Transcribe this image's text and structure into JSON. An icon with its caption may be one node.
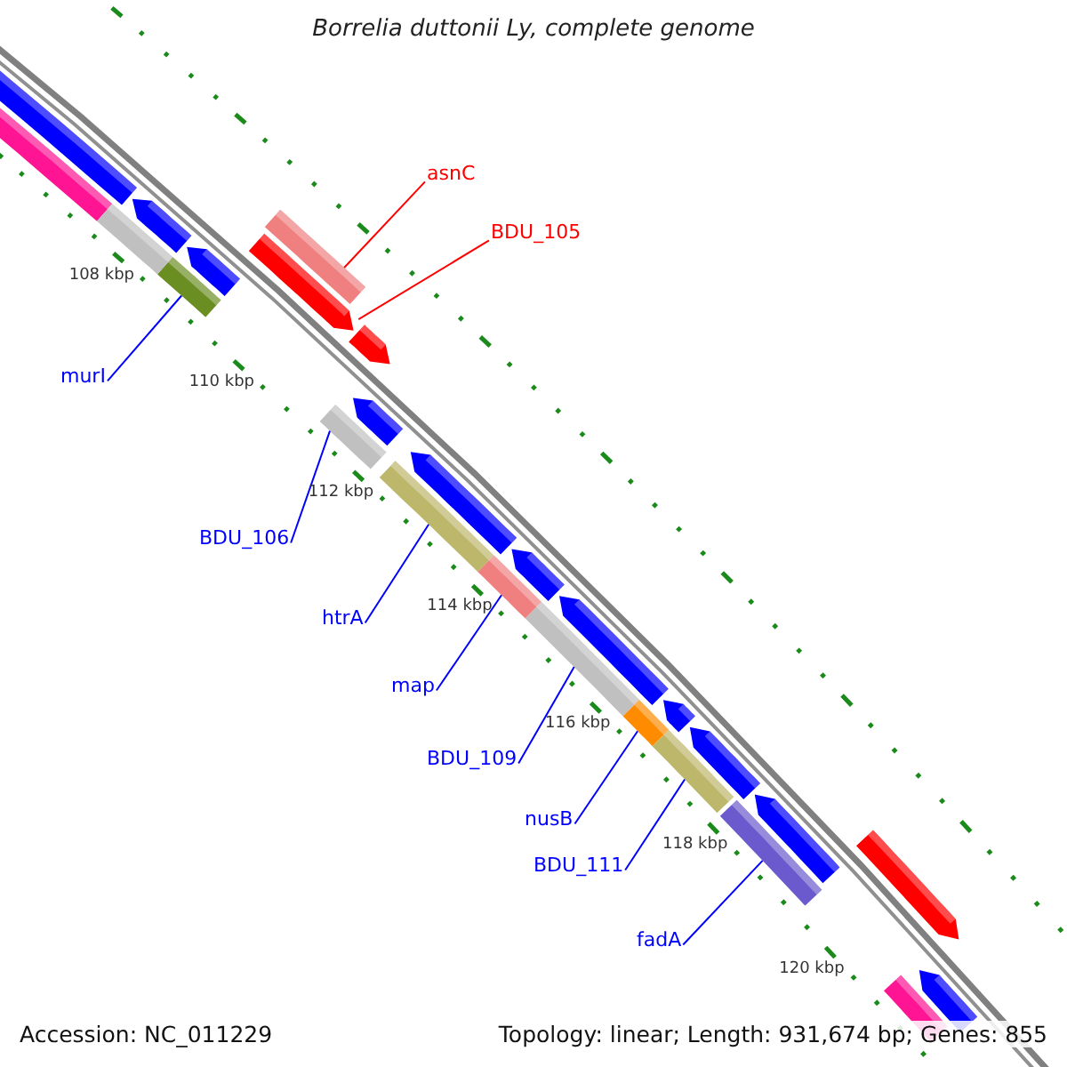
{
  "diagram": {
    "title": "Borrelia duttonii Ly, complete genome",
    "nodes": [
      {
        "text": [
          "asnC"
        ]
      },
      {
        "text": [],
        "shape": "bar"
      },
      {
        "text": [
          "BDU_105"
        ]
      },
      {
        "text": [],
        "shape": "arrow"
      },
      {
        "text": [
          "murI"
        ]
      },
      {
        "text": [],
        "shape": "bar"
      },
      {
        "text": [
          "BDU_106"
        ]
      },
      {
        "text": [],
        "shape": "bar"
      },
      {
        "text": [
          "htrA"
        ]
      },
      {
        "text": [],
        "shape": "bar"
      },
      {
        "text": [
          "map"
        ]
      },
      {
        "text": [],
        "shape": "bar"
      },
      {
        "text": [
          "BDU_109"
        ]
      },
      {
        "text": [],
        "shape": "bar"
      },
      {
        "text": [
          "nusB"
        ]
      },
      {
        "text": [],
        "shape": "bar"
      },
      {
        "text": [
          "BDU_111"
        ]
      },
      {
        "text": [],
        "shape": "bar"
      },
      {
        "text": [
          "fadA"
        ]
      },
      {
        "text": [],
        "shape": "bar"
      },
      {
        "text": [],
        "shape": "arrow"
      },
      {
        "text": [],
        "shape": "arrow"
      },
      {
        "text": [],
        "shape": "arrow"
      },
      {
        "text": [],
        "shape": "arrow"
      },
      {
        "text": [],
        "shape": "arrow"
      },
      {
        "text": [],
        "shape": "arrow"
      },
      {
        "text": [],
        "shape": "arrow"
      },
      {
        "text": [],
        "shape": "arrow"
      },
      {
        "text": [],
        "shape": "arrow"
      },
      {
        "text": [],
        "shape": "arrow"
      },
      {
        "text": [],
        "shape": "arrow"
      },
      {
        "text": [],
        "shape": "bar"
      },
      {
        "text": [],
        "shape": "bar"
      },
      {
        "text": [],
        "shape": "bar"
      },
      {
        "text": [],
        "shape": "arrow"
      },
      {
        "text": [],
        "shape": "arrow"
      }
    ],
    "edges": [
      {
        "from": 0,
        "to": 1,
        "arrow": "none",
        "color": "#ff0000"
      },
      {
        "from": 2,
        "to": 3,
        "arrow": "none",
        "color": "#ff0000"
      },
      {
        "from": 4,
        "to": 5,
        "arrow": "none"
      },
      {
        "from": 6,
        "to": 7,
        "arrow": "none"
      },
      {
        "from": 8,
        "to": 9,
        "arrow": "none"
      },
      {
        "from": 10,
        "to": 11,
        "arrow": "none"
      },
      {
        "from": 12,
        "to": 13,
        "arrow": "none"
      },
      {
        "from": 14,
        "to": 15,
        "arrow": "none"
      },
      {
        "from": 16,
        "to": 17,
        "arrow": "none"
      },
      {
        "from": 18,
        "to": 19,
        "arrow": "none"
      }
    ],
    "labels": [
      "108 kbp",
      "110 kbp",
      "112 kbp",
      "114 kbp",
      "116 kbp",
      "118 kbp",
      "120 kbp",
      "Accession: NC_011229",
      "Topology: linear; Length: 931,674 bp; Genes: 855"
    ]
  }
}
